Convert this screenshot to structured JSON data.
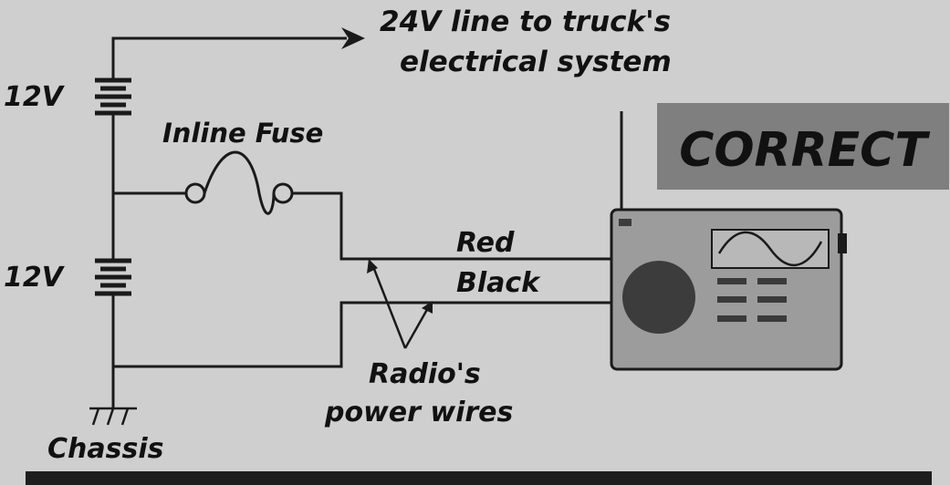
{
  "diagram": {
    "supply_label_line1": "24V line to truck's",
    "supply_label_line2": "electrical system",
    "battery_top_label": "12V",
    "battery_bottom_label": "12V",
    "fuse_label": "Inline Fuse",
    "red_wire_label": "Red",
    "black_wire_label": "Black",
    "power_wires_label_line1": "Radio's",
    "power_wires_label_line2": "power wires",
    "ground_label": "Chassis",
    "verdict_badge": "CORRECT"
  },
  "colors": {
    "background": "#cfcfcf",
    "ink": "#1a1a1a",
    "badge_fill": "#7f7f7f",
    "badge_text": "#2a2a2a",
    "radio_body": "#9c9c9c",
    "radio_panel": "#b8b8b8",
    "radio_speaker": "#3c3c3c",
    "bottom_bar": "#1e1e1e"
  }
}
